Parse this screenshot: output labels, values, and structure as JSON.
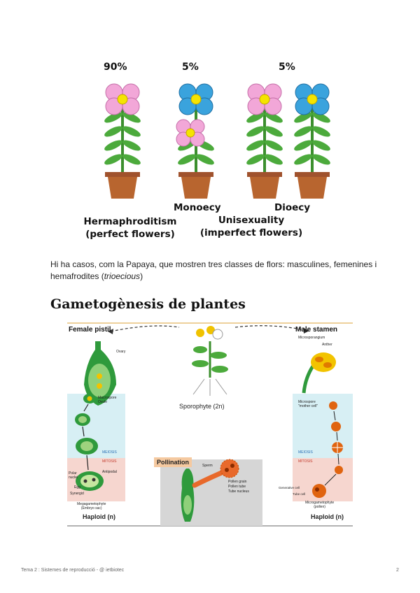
{
  "figure1": {
    "percent_herm": "90%",
    "percent_monoecy": "5%",
    "percent_dioecy": "5%",
    "label_monoecy": "Monoecy",
    "label_dioecy": "Dioecy",
    "label_herm_line1": "Hermaphroditism",
    "label_herm_line2": "(perfect flowers)",
    "label_uni_line1": "Unisexuality",
    "label_uni_line2": "(imperfect flowers)",
    "colors": {
      "pink": "#f2a7d8",
      "blue": "#3aa3dd",
      "center": "#f5e400",
      "leaf": "#4caa3c",
      "pot": "#a0522d"
    }
  },
  "paragraph": {
    "text_before": "Hi ha casos, com la Papaya, que mostren tres classes de flors: masculines, femenines i hemafrodites (",
    "italic": "trioecious",
    "text_after": ")"
  },
  "section_title": "Gametogènesis de plantes",
  "figure2": {
    "female_pistil": "Female pistil",
    "male_stamen": "Male stamen",
    "ovary": "Ovary",
    "macrospore": "Macrospore",
    "ovule": "Ovule",
    "meiosis_left": "MEIOSIS",
    "mitosis_left": "MITOSIS",
    "polar_nuclei_1": "Polar",
    "polar_nuclei_2": "nuclei",
    "antipodal": "Antipodal",
    "egg": "Egg",
    "synergid": "Synergid",
    "megagametophyte_1": "Megagametophyte",
    "megagametophyte_2": "(Embryo sac)",
    "haploid_left": "Haploid (n)",
    "sporophyte": "Sporophyte (2n)",
    "pollination": "Pollination",
    "sperm": "Sperm",
    "pollen_grain": "Pollen grain",
    "pollen_tube": "Pollen tube",
    "tube_nucleus": "Tube nucleus",
    "microsporangium": "Microsporangium",
    "anther": "Anther",
    "microspore_1": "Microspore",
    "microspore_2": "\"mother cell\"",
    "meiosis_right": "MEIOSIS",
    "mitosis_right": "MITOSIS",
    "generative_cell": "Generative cell",
    "tube_cell": "Tube cell",
    "microgametophyte_1": "Microgametophyte",
    "microgametophyte_2": "(pollen)",
    "haploid_right": "Haploid (n)"
  },
  "footer": {
    "left": "Tema 2 : Sistemes de reproducció - @ ietbiotec",
    "page": "2"
  }
}
